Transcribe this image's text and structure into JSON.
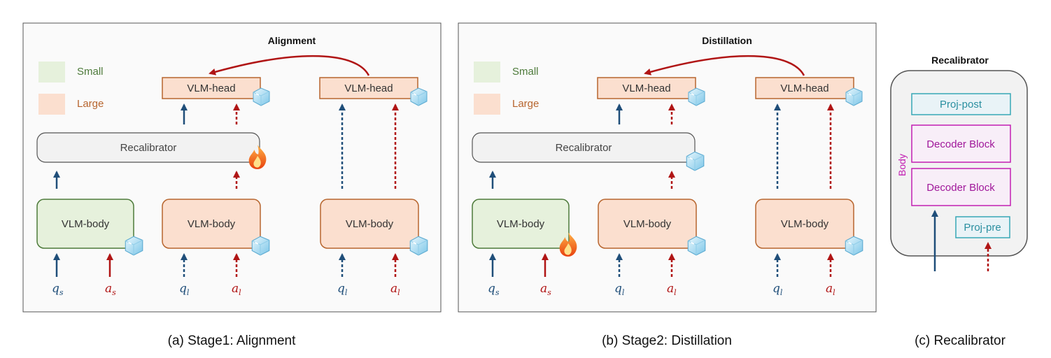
{
  "panels": [
    {
      "title": "Alignment",
      "caption": "(a) Stage1: Alignment",
      "legend": [
        {
          "label": "Small",
          "color": "#e6f1dc"
        },
        {
          "label": "Large",
          "color": "#fbdfcf"
        }
      ],
      "head_label": "VLM-head",
      "recalibrator_label": "Recalibrator",
      "body_label": "VLM-body",
      "inputs": {
        "q_small": "q",
        "q_small_sub": "s",
        "a_small": "a",
        "a_small_sub": "s",
        "q_large": "q",
        "q_large_sub": "l",
        "a_large": "a",
        "a_large_sub": "l"
      }
    },
    {
      "title": "Distillation",
      "caption": "(b) Stage2: Distillation",
      "legend": [
        {
          "label": "Small",
          "color": "#e6f1dc"
        },
        {
          "label": "Large",
          "color": "#fbdfcf"
        }
      ],
      "head_label": "VLM-head",
      "recalibrator_label": "Recalibrator",
      "body_label": "VLM-body",
      "inputs": {
        "q_small": "q",
        "q_small_sub": "s",
        "a_small": "a",
        "a_small_sub": "s",
        "q_large": "q",
        "q_large_sub": "l",
        "a_large": "a",
        "a_large_sub": "l"
      }
    }
  ],
  "recalibrator_panel": {
    "title": "Recalibrator",
    "caption": "(c) Recalibrator",
    "body_label": "Body",
    "blocks": [
      "Proj-post",
      "Decoder Block",
      "Decoder Block",
      "Proj-pre"
    ]
  },
  "colors": {
    "small_fill": "#e6f1dc",
    "small_stroke": "#4d7a3a",
    "large_fill": "#fbdfcf",
    "large_stroke": "#b7652e",
    "recalibrator_fill": "#f2f2f2",
    "blue_arrow": "#1f4e79",
    "red_arrow": "#b01515",
    "proj_stroke": "#36a8b6",
    "decoder_stroke": "#c21fb2"
  },
  "icons": [
    "ice-cube-icon",
    "flame-icon"
  ]
}
